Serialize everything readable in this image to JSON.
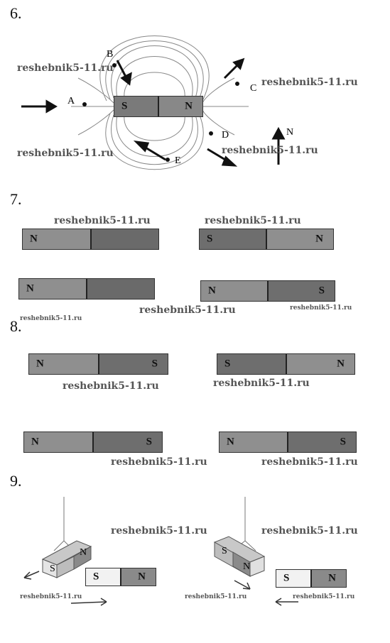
{
  "watermark": "reshebnik5-11.ru",
  "problems": {
    "p6": {
      "number": "6.",
      "magnet": {
        "left": "S",
        "right": "N"
      },
      "points": {
        "a": "A",
        "b": "B",
        "c": "C",
        "d": "D",
        "e": "E"
      },
      "compass_label": "N"
    },
    "p7": {
      "number": "7.",
      "magnets": [
        {
          "left": "N",
          "right": ""
        },
        {
          "left": "S",
          "right": "N"
        },
        {
          "left": "N",
          "right": ""
        },
        {
          "left": "N",
          "right": "S"
        }
      ]
    },
    "p8": {
      "number": "8.",
      "magnets": [
        {
          "left": "N",
          "right": "S"
        },
        {
          "left": "S",
          "right": "N"
        },
        {
          "left": "N",
          "right": "S"
        },
        {
          "left": "N",
          "right": "S"
        }
      ]
    },
    "p9": {
      "number": "9.",
      "left": {
        "hanging": {
          "a": "S",
          "b": "N"
        },
        "table": {
          "left": "S",
          "right": "N"
        }
      },
      "right": {
        "hanging": {
          "a": "S",
          "b": "N"
        },
        "table": {
          "left": "S",
          "right": "N"
        }
      }
    }
  }
}
